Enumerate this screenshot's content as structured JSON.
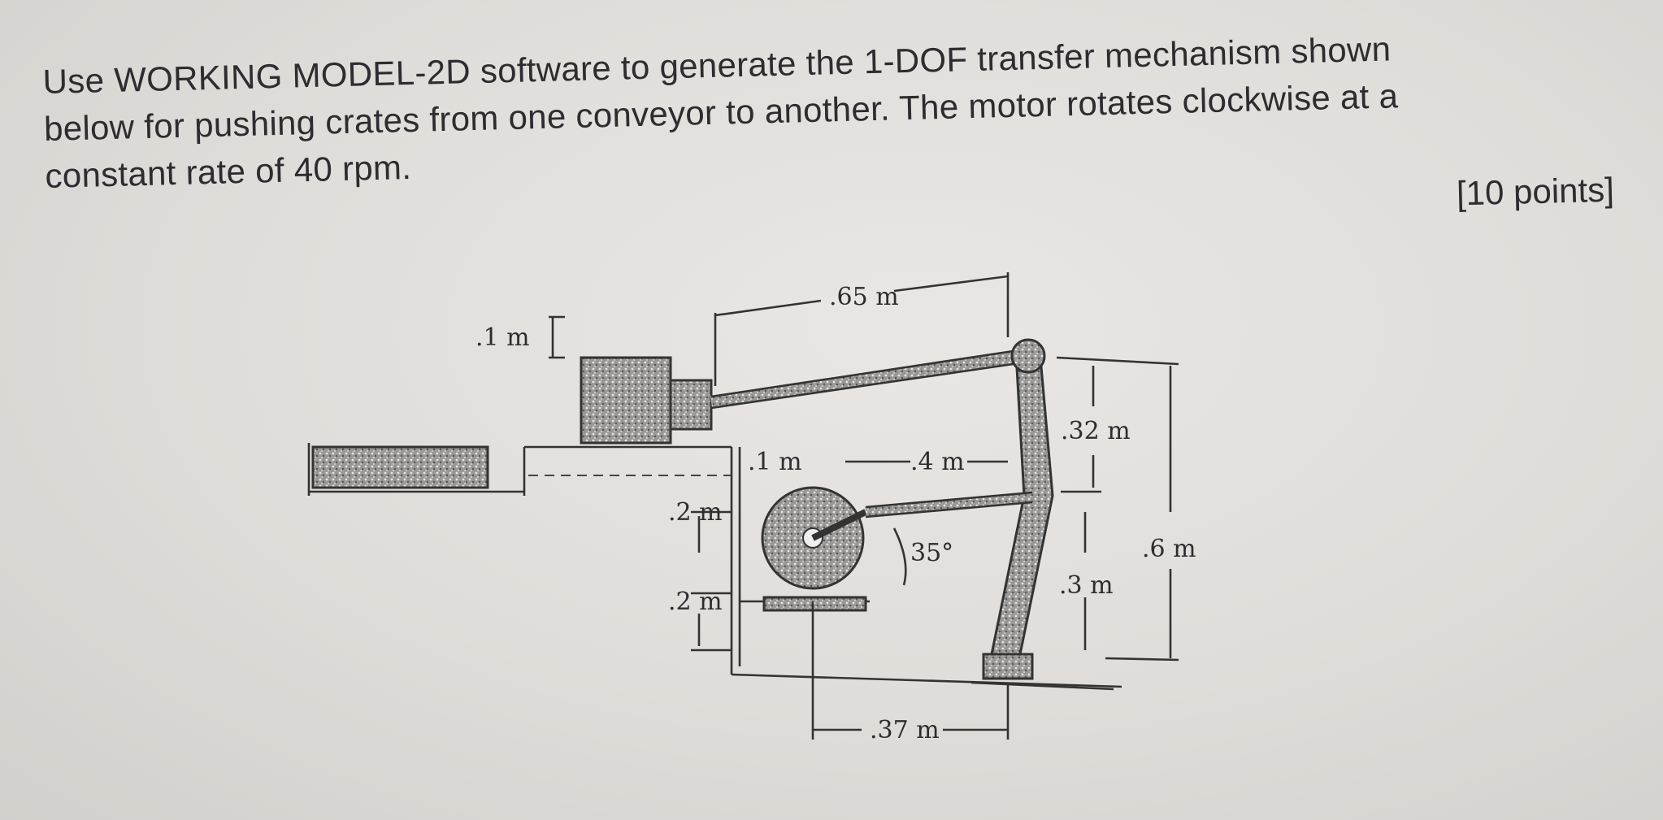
{
  "problem": {
    "text_line1": "Use WORKING MODEL-2D software to generate the 1-DOF transfer mechanism shown",
    "text_line2": "below for pushing crates from one conveyor to another. The motor rotates clockwise at a",
    "text_line3": "constant rate of 40 rpm.",
    "points": "[10 points]"
  },
  "figure": {
    "dim_crank_to_top": ".65 m",
    "dim_crate_height": ".1 m",
    "dim_crank_radius": ".1 m",
    "dim_coupler": ".4 m",
    "dim_upper_arm": ".32 m",
    "dim_total_height": ".6 m",
    "dim_step1": ".2 m",
    "dim_step2": ".2 m",
    "dim_lower_arm": ".3 m",
    "dim_horizontal": ".37 m",
    "angle": "35°"
  }
}
